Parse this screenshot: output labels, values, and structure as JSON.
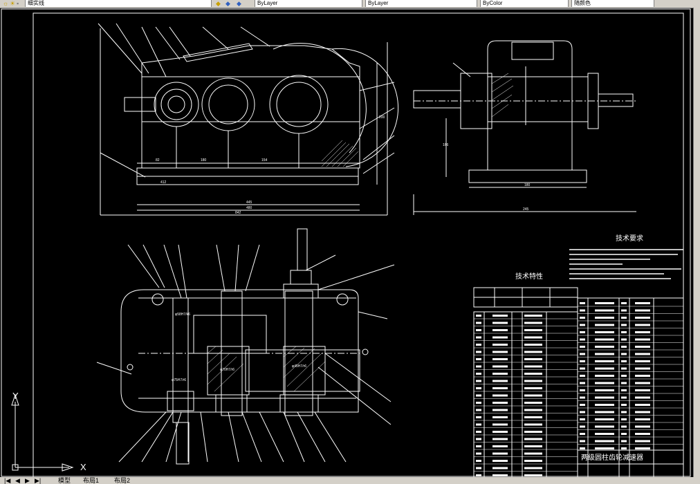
{
  "toolbar": {
    "layer_name": "细实线",
    "field_2": "ByLayer",
    "field_3": "ByLayer",
    "field_4": "ByColor",
    "field_5": "随颜色"
  },
  "drawing": {
    "tech_requirements_title": "技术要求",
    "tech_spec_title": "技术特性",
    "title_block_name": "两级圆柱齿轮减速器",
    "ucs_y": "Y",
    "ucs_x": "X",
    "dim_labels": [
      "82",
      "180",
      "154",
      "412",
      "445",
      "480",
      "842",
      "180",
      "245",
      "166",
      "200",
      "φ58H7/k6",
      "φ75H7/r6",
      "φ70H7/r6",
      "φ45H7/r6"
    ]
  },
  "tabs": {
    "model": "模型",
    "layout1": "布局1",
    "layout2": "布局2"
  },
  "colors": {
    "background": "#000000",
    "line": "#ffffff",
    "chrome": "#d4d0c8"
  }
}
